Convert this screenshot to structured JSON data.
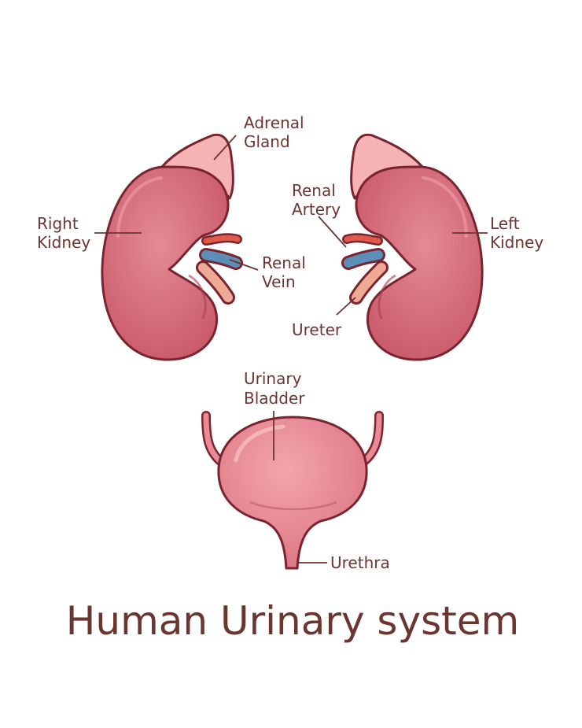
{
  "title": "Human Urinary system",
  "labels": {
    "adrenal_gland": [
      "Adrenal",
      "Gland"
    ],
    "right_kidney": [
      "Right",
      "Kidney"
    ],
    "left_kidney": [
      "Left",
      "Kidney"
    ],
    "renal_artery": [
      "Renal",
      "Artery"
    ],
    "renal_vein": [
      "Renal",
      "Vein"
    ],
    "ureter": "Ureter",
    "urinary_bladder": [
      "Urinary",
      "Bladder"
    ],
    "urethra": "Urethra"
  },
  "colors": {
    "kidney": "#d66e7c",
    "kidney_outline": "#7a2430",
    "adrenal": "#f5b3b5",
    "artery": "#e05a4a",
    "vein": "#5b8fb8",
    "ureter": "#efaa96",
    "bladder": "#e98a96",
    "text": "#6b3530"
  }
}
